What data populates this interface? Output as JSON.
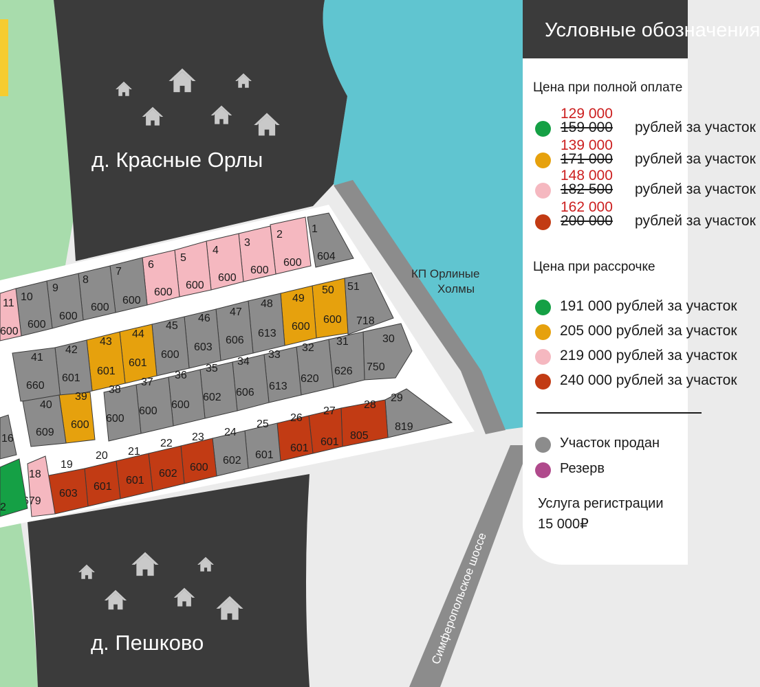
{
  "map": {
    "villages": {
      "north": "д. Красные Орлы",
      "south": "д. Пешково"
    },
    "water_label_lines": [
      "КП Орлиные",
      "Холмы"
    ],
    "road_label": "Симферопольское шоссе",
    "plots": [
      {
        "num": "1",
        "area": "604",
        "status": "sold"
      },
      {
        "num": "2",
        "area": "600",
        "status": "pink"
      },
      {
        "num": "3",
        "area": "600",
        "status": "pink"
      },
      {
        "num": "4",
        "area": "600",
        "status": "pink"
      },
      {
        "num": "5",
        "area": "600",
        "status": "pink"
      },
      {
        "num": "6",
        "area": "600",
        "status": "pink"
      },
      {
        "num": "7",
        "area": "600",
        "status": "sold"
      },
      {
        "num": "8",
        "area": "600",
        "status": "sold"
      },
      {
        "num": "9",
        "area": "600",
        "status": "sold"
      },
      {
        "num": "10",
        "area": "600",
        "status": "sold"
      },
      {
        "num": "11",
        "area": "600",
        "status": "pink"
      },
      {
        "num": "51",
        "area": "718",
        "status": "sold"
      },
      {
        "num": "50",
        "area": "600",
        "status": "orange"
      },
      {
        "num": "49",
        "area": "600",
        "status": "orange"
      },
      {
        "num": "48",
        "area": "613",
        "status": "sold"
      },
      {
        "num": "47",
        "area": "606",
        "status": "sold"
      },
      {
        "num": "46",
        "area": "603",
        "status": "sold"
      },
      {
        "num": "45",
        "area": "600",
        "status": "sold"
      },
      {
        "num": "44",
        "area": "601",
        "status": "orange"
      },
      {
        "num": "43",
        "area": "601",
        "status": "orange"
      },
      {
        "num": "42",
        "area": "601",
        "status": "sold"
      },
      {
        "num": "41",
        "area": "660",
        "status": "sold"
      },
      {
        "num": "30",
        "area": "750",
        "status": "sold"
      },
      {
        "num": "31",
        "area": "626",
        "status": "sold"
      },
      {
        "num": "32",
        "area": "620",
        "status": "sold"
      },
      {
        "num": "33",
        "area": "613",
        "status": "sold"
      },
      {
        "num": "34",
        "area": "606",
        "status": "sold"
      },
      {
        "num": "35",
        "area": "602",
        "status": "sold"
      },
      {
        "num": "36",
        "area": "600",
        "status": "sold"
      },
      {
        "num": "37",
        "area": "600",
        "status": "sold"
      },
      {
        "num": "38",
        "area": "600",
        "status": "sold"
      },
      {
        "num": "39",
        "area": "600",
        "status": "orange"
      },
      {
        "num": "40",
        "area": "609",
        "status": "sold"
      },
      {
        "num": "29",
        "area": "819",
        "status": "sold"
      },
      {
        "num": "28",
        "area": "805",
        "status": "red"
      },
      {
        "num": "27",
        "area": "601",
        "status": "red"
      },
      {
        "num": "26",
        "area": "601",
        "status": "red"
      },
      {
        "num": "25",
        "area": "601",
        "status": "sold"
      },
      {
        "num": "24",
        "area": "602",
        "status": "sold"
      },
      {
        "num": "23",
        "area": "600",
        "status": "red"
      },
      {
        "num": "22",
        "area": "602",
        "status": "red"
      },
      {
        "num": "21",
        "area": "601",
        "status": "red"
      },
      {
        "num": "20",
        "area": "601",
        "status": "red"
      },
      {
        "num": "19",
        "area": "603",
        "status": "red"
      },
      {
        "num": "18",
        "area": "679",
        "status": "pink"
      },
      {
        "num": "16",
        "area": "",
        "status": "sold"
      },
      {
        "num": "",
        "area": "2",
        "status": "green"
      }
    ]
  },
  "colors": {
    "green": "#15a045",
    "orange": "#e6a10d",
    "pink": "#f5b8c0",
    "red": "#c23b14",
    "sold": "#8c8c8c",
    "reserve": "#b04a8c",
    "water": "#60c5d0",
    "dark": "#3b3b3b",
    "meadow": "#a8dcac",
    "yellow": "#f6cc30"
  },
  "legend": {
    "title": "Условные обозначения",
    "full_payment_heading": "Цена при полной оплате",
    "full_payment_items": [
      {
        "color": "green",
        "new_price": "129 000",
        "old_price": "159 000",
        "suffix": "рублей за участок"
      },
      {
        "color": "orange",
        "new_price": "139 000",
        "old_price": "171 000",
        "suffix": "рублей за участок"
      },
      {
        "color": "pink",
        "new_price": "148 000",
        "old_price": "182 500",
        "suffix": "рублей за участок"
      },
      {
        "color": "red",
        "new_price": "162 000",
        "old_price": "200 000",
        "suffix": "рублей за участок"
      }
    ],
    "installment_heading": "Цена при рассрочке",
    "installment_items": [
      {
        "color": "green",
        "text": "191 000 рублей за участок"
      },
      {
        "color": "orange",
        "text": "205 000 рублей за участок"
      },
      {
        "color": "pink",
        "text": "219 000 рублей за участок"
      },
      {
        "color": "red",
        "text": "240 000 рублей за участок"
      }
    ],
    "status_items": [
      {
        "color": "sold",
        "text": "Участок продан"
      },
      {
        "color": "reserve",
        "text": "Резерв"
      }
    ],
    "registration_note": "Услуга регистрации",
    "registration_price": "15 000₽"
  }
}
